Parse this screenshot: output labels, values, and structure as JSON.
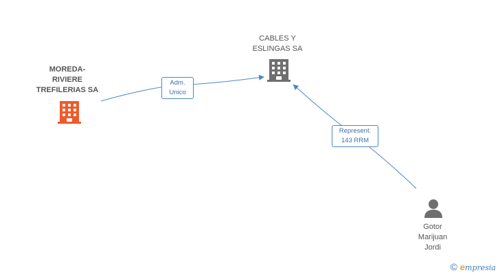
{
  "nodes": {
    "moreda": {
      "lines": [
        "MOREDA-",
        "RIVIERE",
        "TREFILERIAS SA"
      ],
      "icon": "building-icon",
      "color": "#f05a28"
    },
    "cables": {
      "lines": [
        "CABLES Y",
        "ESLINGAS SA"
      ],
      "icon": "building-icon",
      "color": "#6f6f6f"
    },
    "gotor": {
      "lines": [
        "Gotor",
        "Marijuan",
        "Jordi"
      ],
      "icon": "person-icon",
      "color": "#6f6f6f"
    }
  },
  "edges": [
    {
      "from": "moreda",
      "to": "cables",
      "label": [
        "Adm.",
        "Unico"
      ]
    },
    {
      "from": "gotor",
      "to": "cables",
      "label": [
        "Represent.",
        "143 RRM"
      ]
    }
  ],
  "footer": {
    "copyright_symbol": "©",
    "brand_initial": "e",
    "brand_rest": "mpresia"
  },
  "colors": {
    "edge": "#4a86c8"
  }
}
